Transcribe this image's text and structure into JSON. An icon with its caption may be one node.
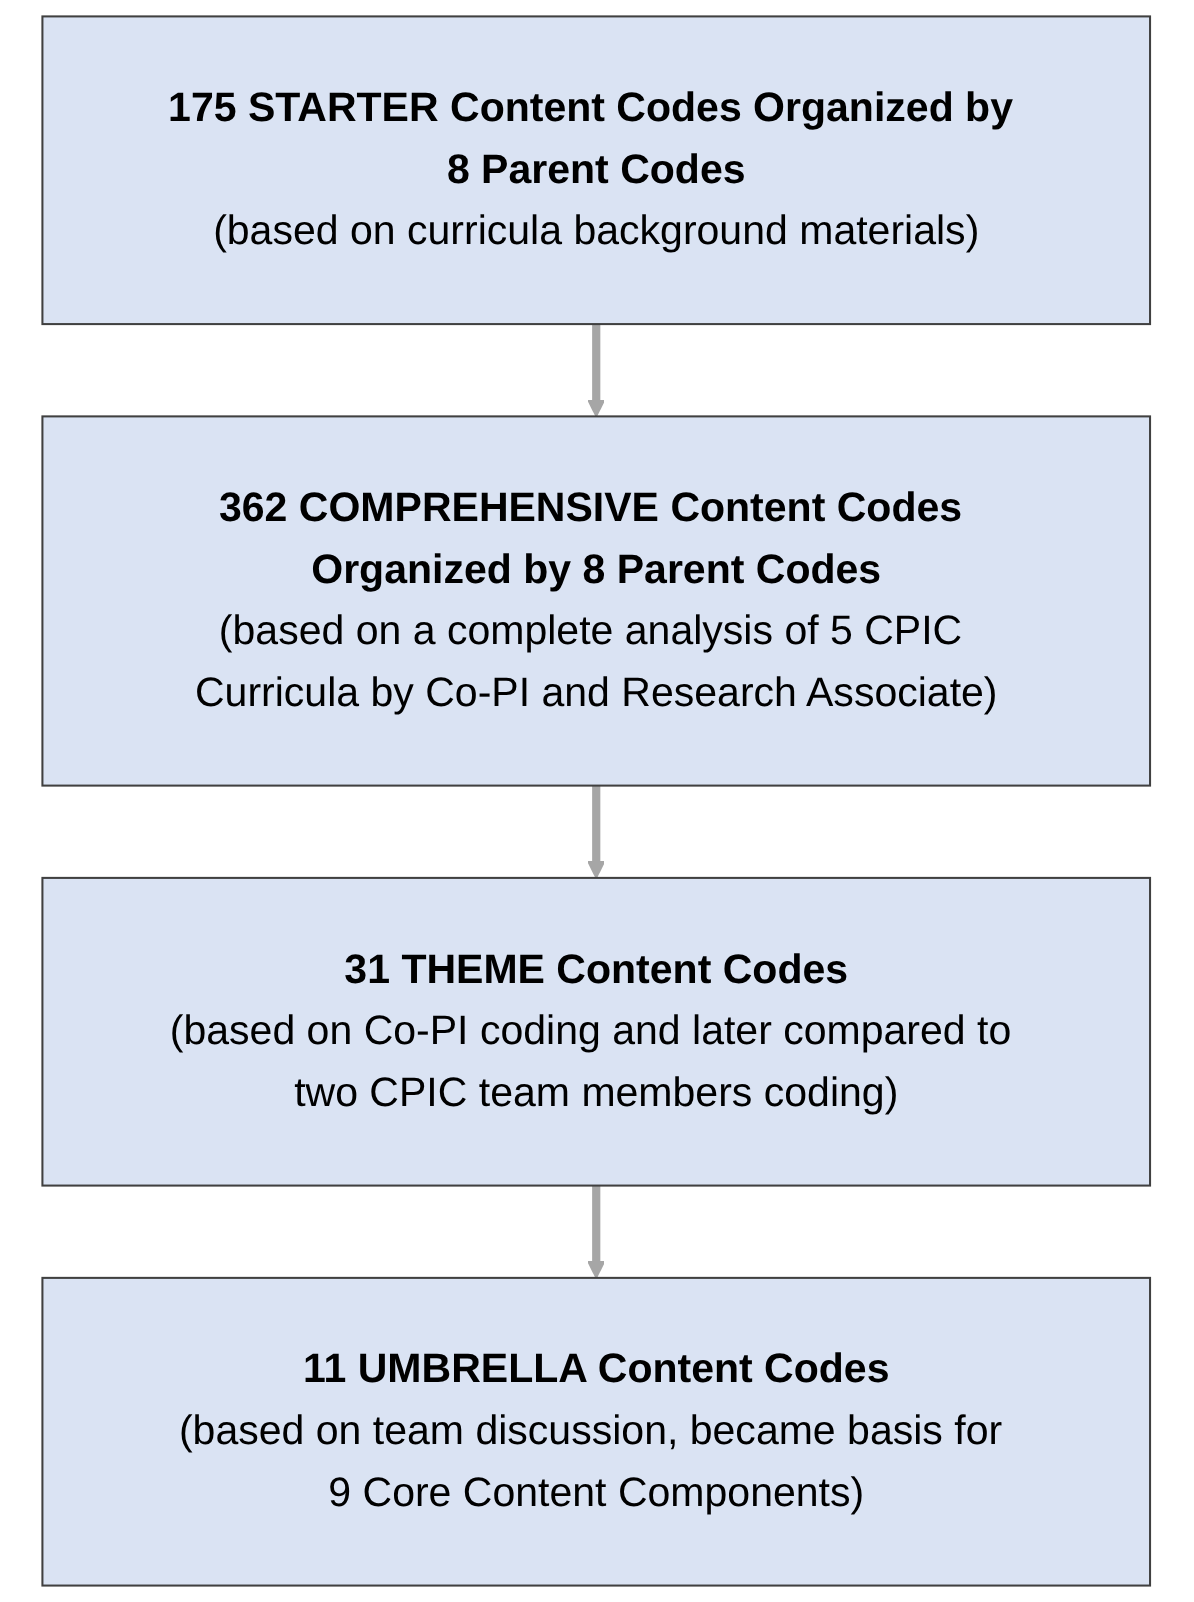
{
  "diagram": {
    "nodes": [
      {
        "text": [
          "175 STARTER Content Codes Organized by 8 Parent Codes",
          "(based on curricula background materials)"
        ]
      },
      {
        "text": [
          "362 COMPREHENSIVE Content Codes Organized by 8 Parent Codes",
          "(based on a complete analysis of 5 CPIC Curricula by Co-PI and Research Associate)"
        ]
      },
      {
        "text": [
          "31 THEME Content Codes",
          "(based on Co-PI coding and later compared to two CPIC team members coding)"
        ]
      },
      {
        "text": [
          "11 UMBRELLA Content Codes",
          "(based on team discussion, became basis for 9 Core Content Components)"
        ]
      }
    ],
    "edges": [
      {
        "from": 0,
        "to": 1,
        "arrow": "to"
      },
      {
        "from": 1,
        "to": 2,
        "arrow": "to"
      },
      {
        "from": 2,
        "to": 3,
        "arrow": "to"
      }
    ]
  }
}
